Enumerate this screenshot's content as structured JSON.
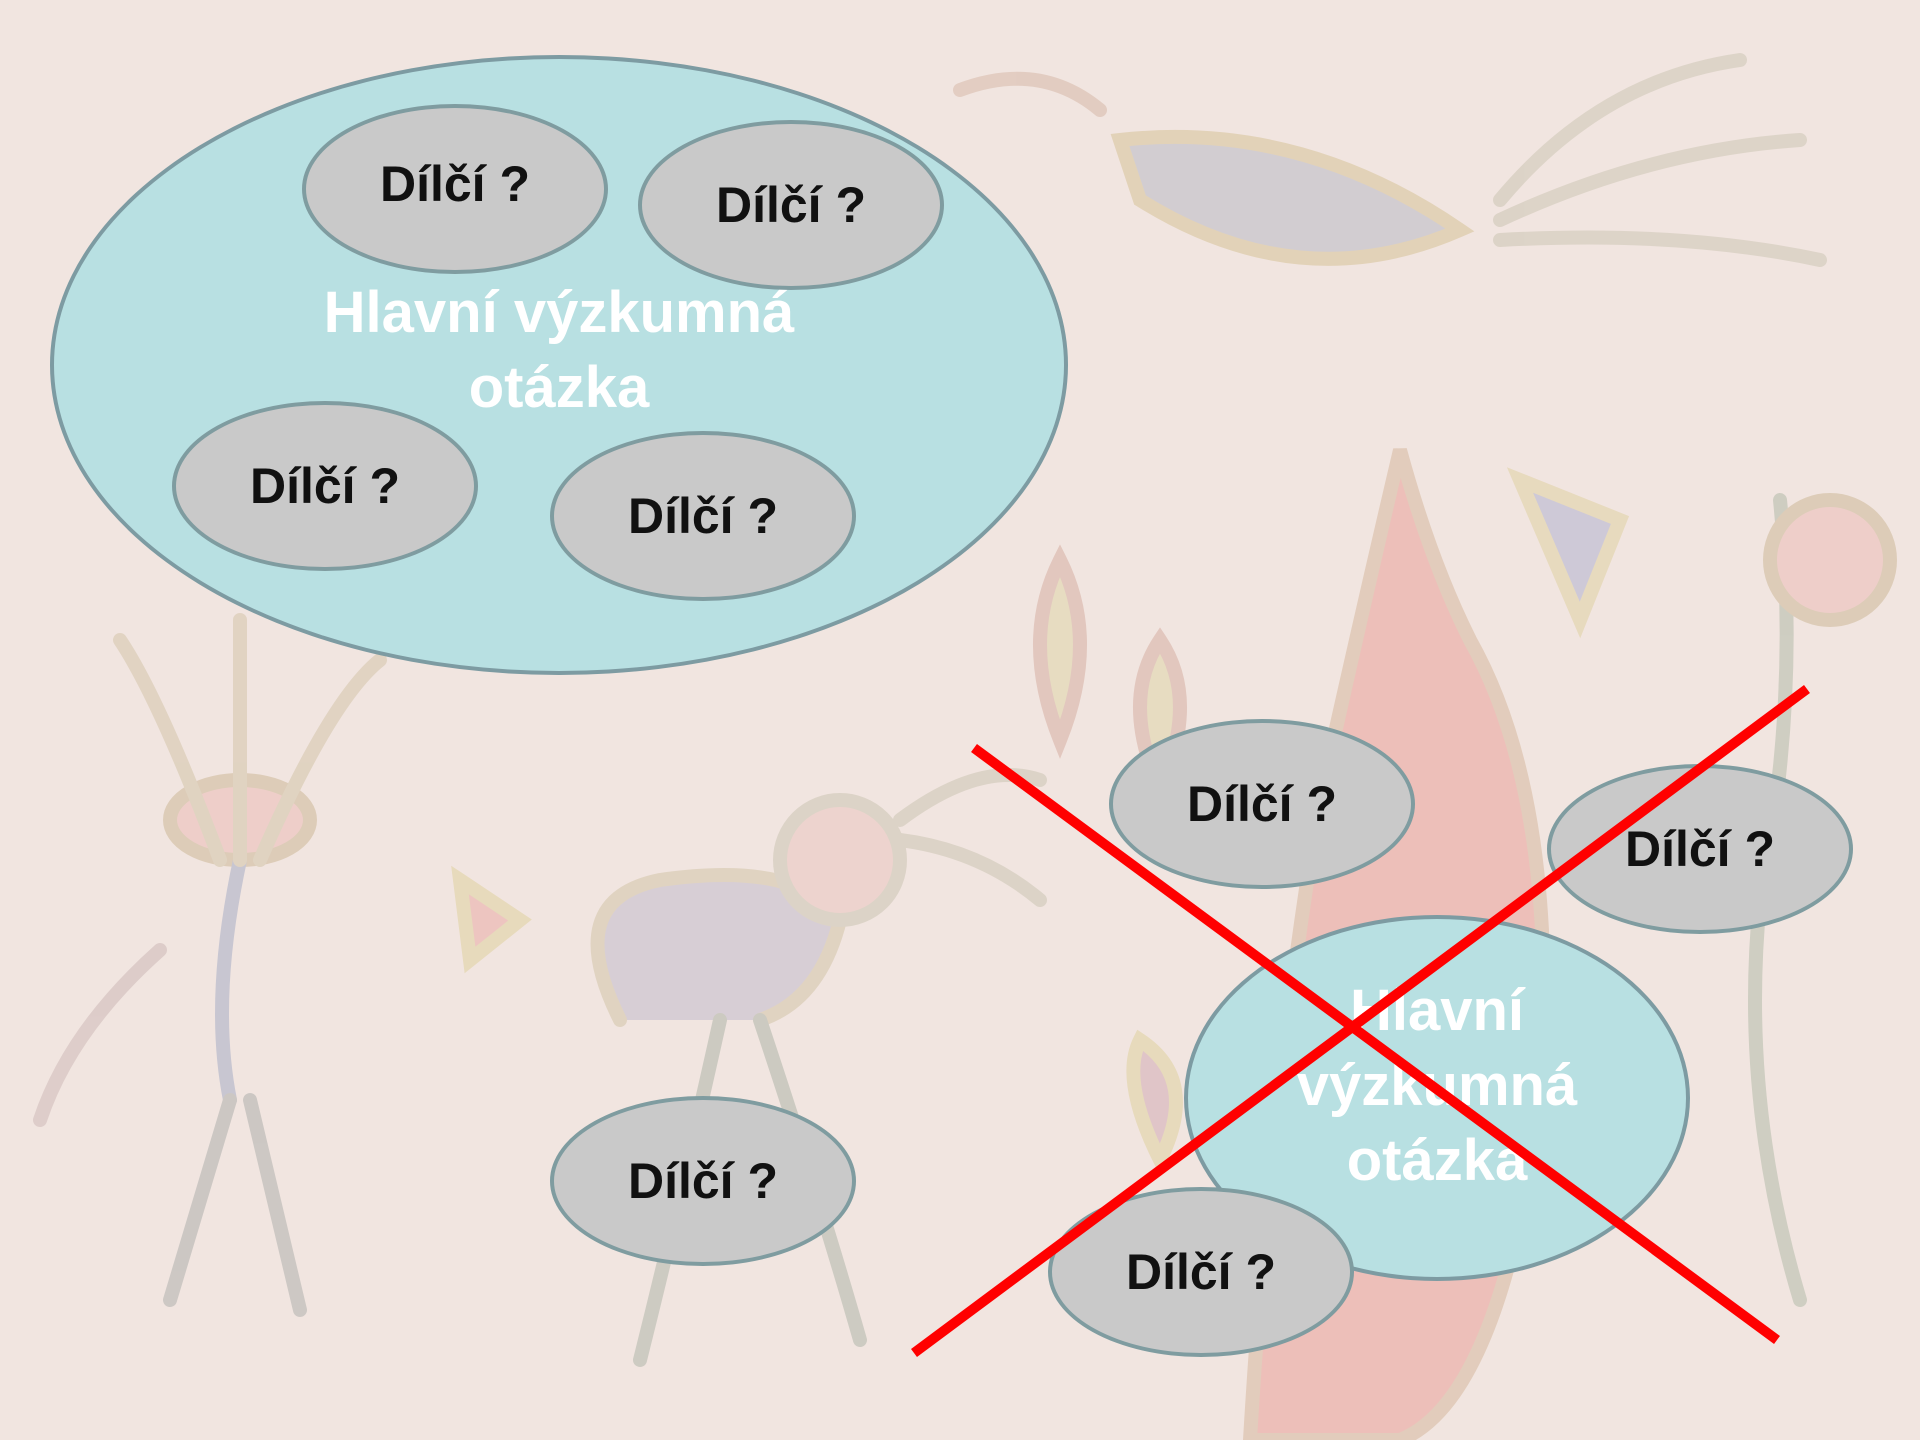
{
  "colors": {
    "background": "#f1e5e0",
    "main_fill": "#b8e0e2",
    "sub_fill": "#c9c9c9",
    "cross": "#ff0000",
    "main_text": "#ffffff",
    "sub_text": "#111111"
  },
  "good_diagram": {
    "main_question": "Hlavní výzkumná otázka",
    "sub_questions": [
      "Dílčí ?",
      "Dílčí ?",
      "Dílčí ?",
      "Dílčí ?"
    ]
  },
  "bad_diagram": {
    "main_question": "Hlavní výzkumná otázka",
    "sub_questions": [
      "Dílčí ?",
      "Dílčí ?",
      "Dílčí ?",
      "Dílčí ?"
    ],
    "crossed_out": true
  }
}
